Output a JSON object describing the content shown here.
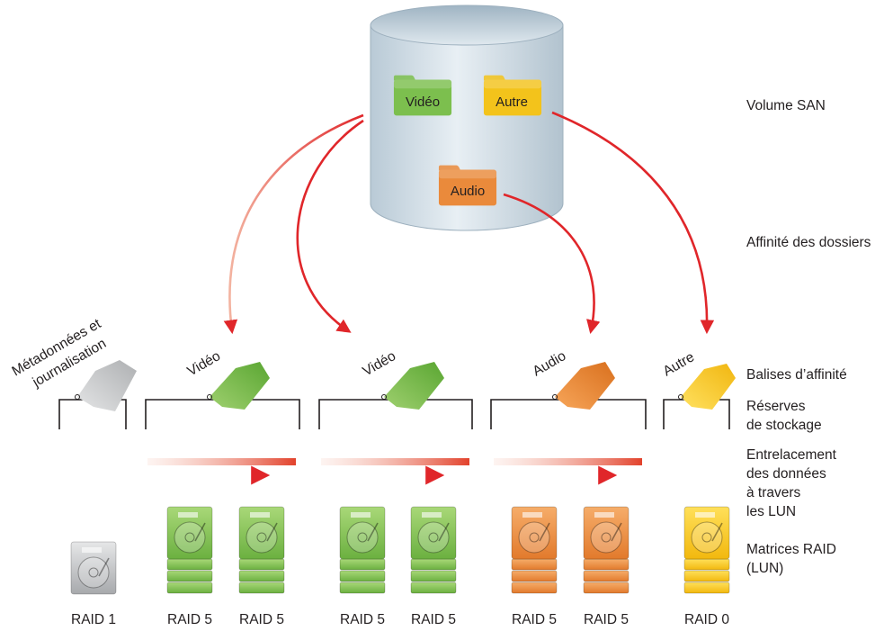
{
  "san_volume": {
    "folders": [
      {
        "label": "Vidéo",
        "color": "#7cbf4e"
      },
      {
        "label": "Autre",
        "color": "#f3c31b"
      },
      {
        "label": "Audio",
        "color": "#ea8a3b"
      }
    ]
  },
  "right_labels": {
    "san_volume": "Volume SAN",
    "folder_affinity": "Affinité des dossiers",
    "affinity_tags": "Balises d’affinité",
    "storage_pools_1": "Réserves",
    "storage_pools_2": "de stockage",
    "striping_1": "Entrelacement",
    "striping_2": "des données",
    "striping_3": "à travers",
    "striping_4": "les LUN",
    "raid_arrays_1": "Matrices RAID",
    "raid_arrays_2": "(LUN)"
  },
  "tags": {
    "metadata_1": "Métadonnées et",
    "metadata_2": "journalisation",
    "video_a": "Vidéo",
    "video_b": "Vidéo",
    "audio": "Audio",
    "other": "Autre"
  },
  "raid": {
    "r1": "RAID 1",
    "r2": "RAID 5",
    "r3": "RAID 5",
    "r4": "RAID 5",
    "r5": "RAID 5",
    "r6": "RAID 5",
    "r7": "RAID 5",
    "r8": "RAID 0"
  },
  "colors": {
    "gray": "#b9bbbd",
    "green": "#7cbf4e",
    "orange": "#ea8a3b",
    "yellow": "#f3c31b",
    "arrow_red": "#e0262a",
    "cylinder": "#c9d8e3"
  }
}
